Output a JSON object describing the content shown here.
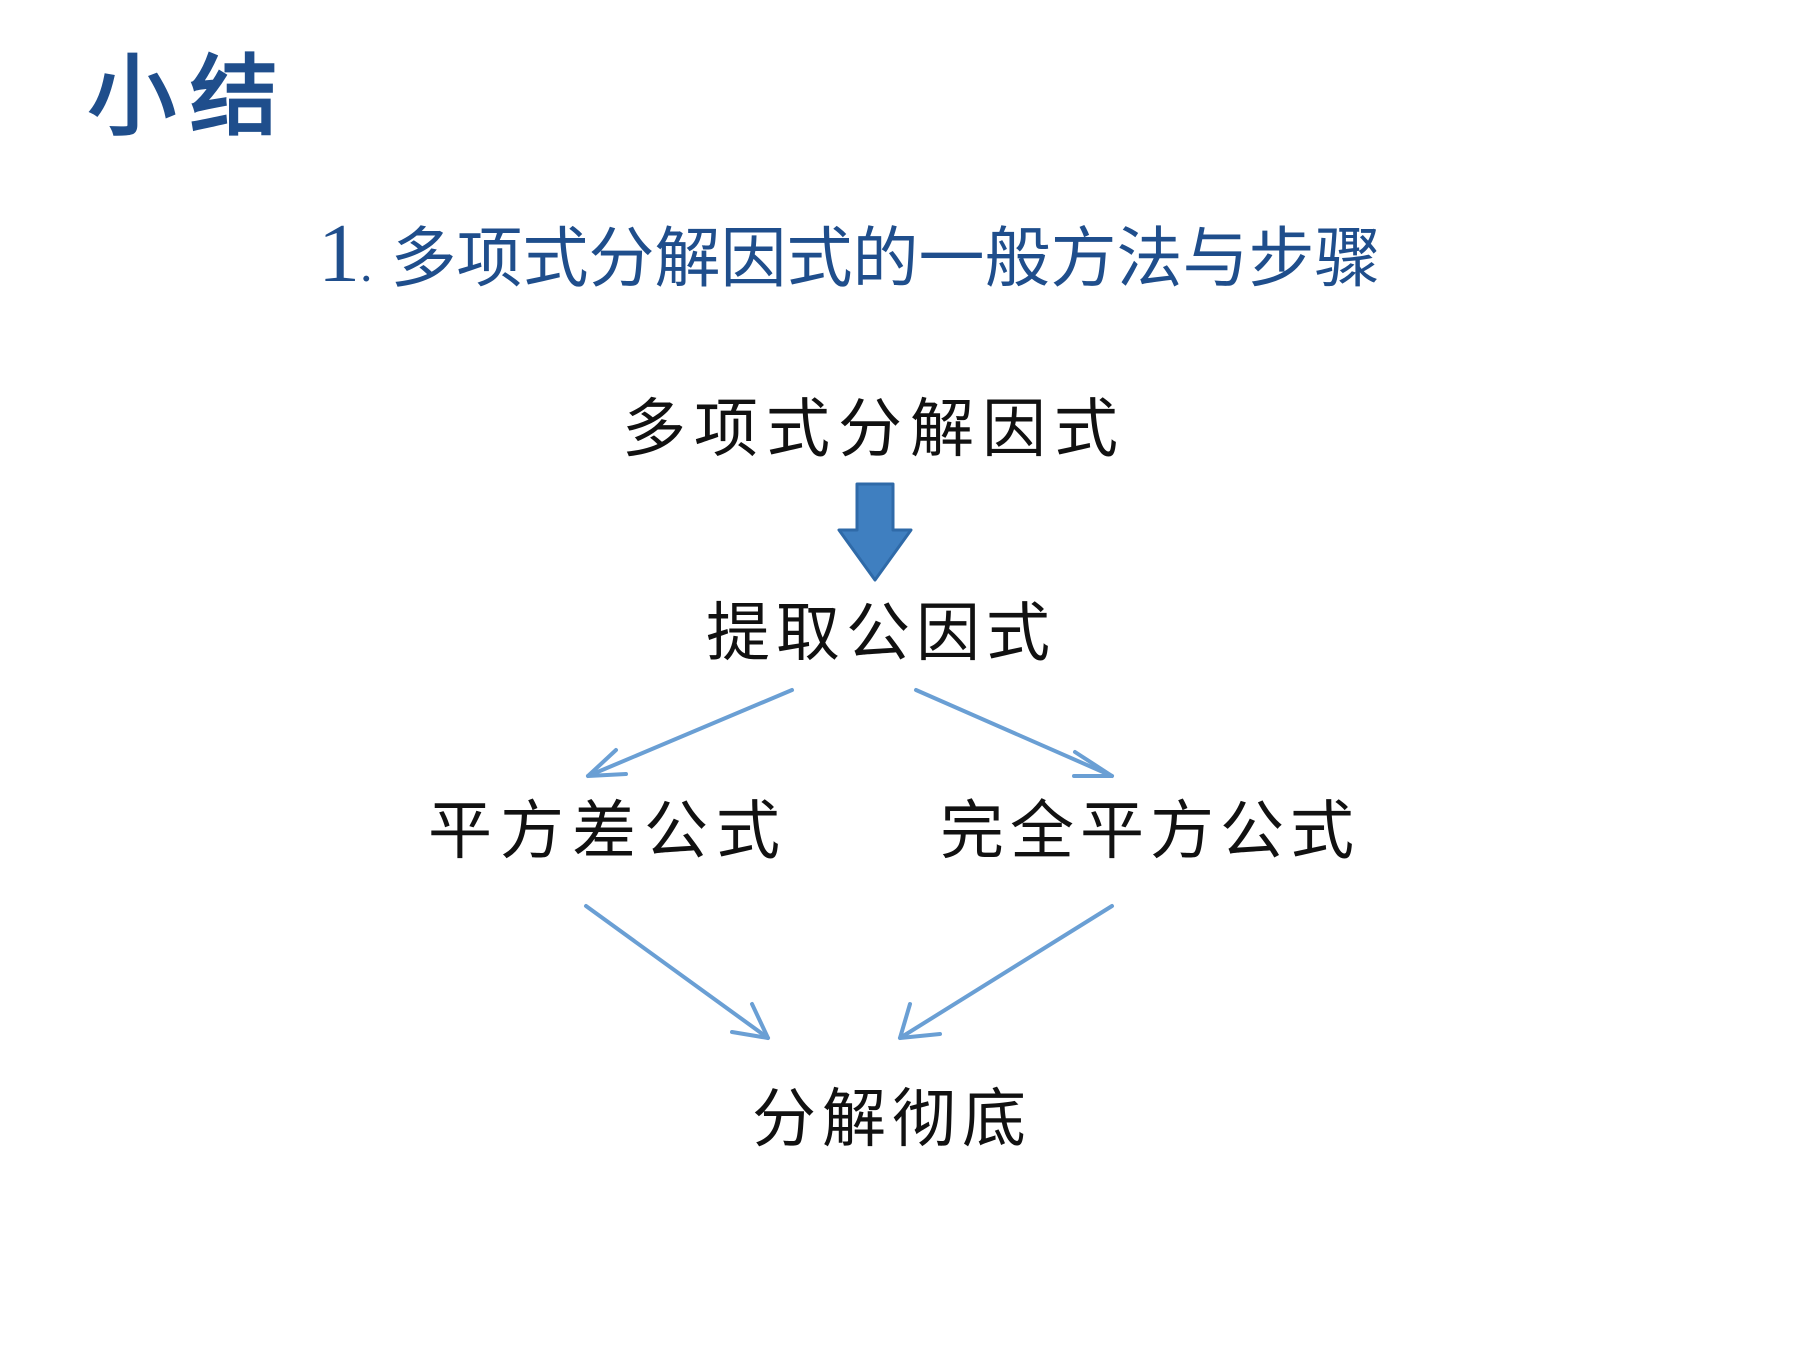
{
  "title": "小结",
  "subtitle": {
    "number": "1",
    "dot": ".",
    "text": "多项式分解因式的一般方法与步骤"
  },
  "flow": {
    "nodes": {
      "polynomial": "多项式分解因式",
      "common_factor": "提取公因式",
      "difference_of_squares": "平方差公式",
      "perfect_square": "完全平方公式",
      "complete": "分解彻底"
    }
  },
  "colors": {
    "title": "#1f4e8c",
    "subtitle": "#1f4e8c",
    "thick_arrow": "#3f7fc0",
    "thin_arrow": "#6a9fd4",
    "node_text": "#111111"
  }
}
